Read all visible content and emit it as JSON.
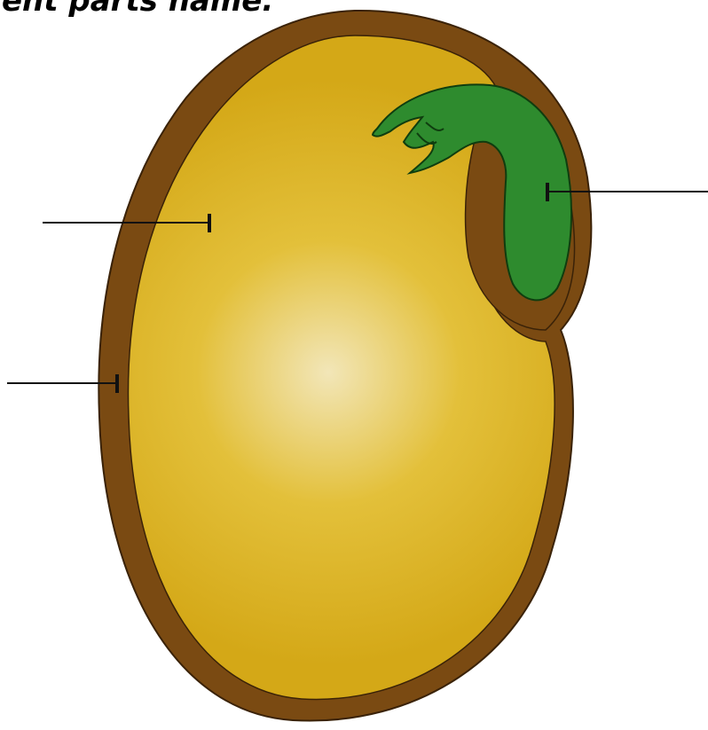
{
  "heading": "ent parts name.",
  "diagram": {
    "colors": {
      "seed_coat": "#7a4a12",
      "seed_coat_edge": "#3a2208",
      "cotyledon_center": "#f2e6b8",
      "cotyledon_mid": "#e3c03a",
      "cotyledon_edge": "#d4a817",
      "embryo_fill": "#2e8b2e",
      "embryo_edge": "#0f3d0f",
      "pointer_line": "#111111",
      "background": "#ffffff"
    },
    "parts": [
      {
        "key": "cotyledon",
        "label": ""
      },
      {
        "key": "seed_coat",
        "label": ""
      },
      {
        "key": "embryo",
        "label": ""
      }
    ]
  }
}
